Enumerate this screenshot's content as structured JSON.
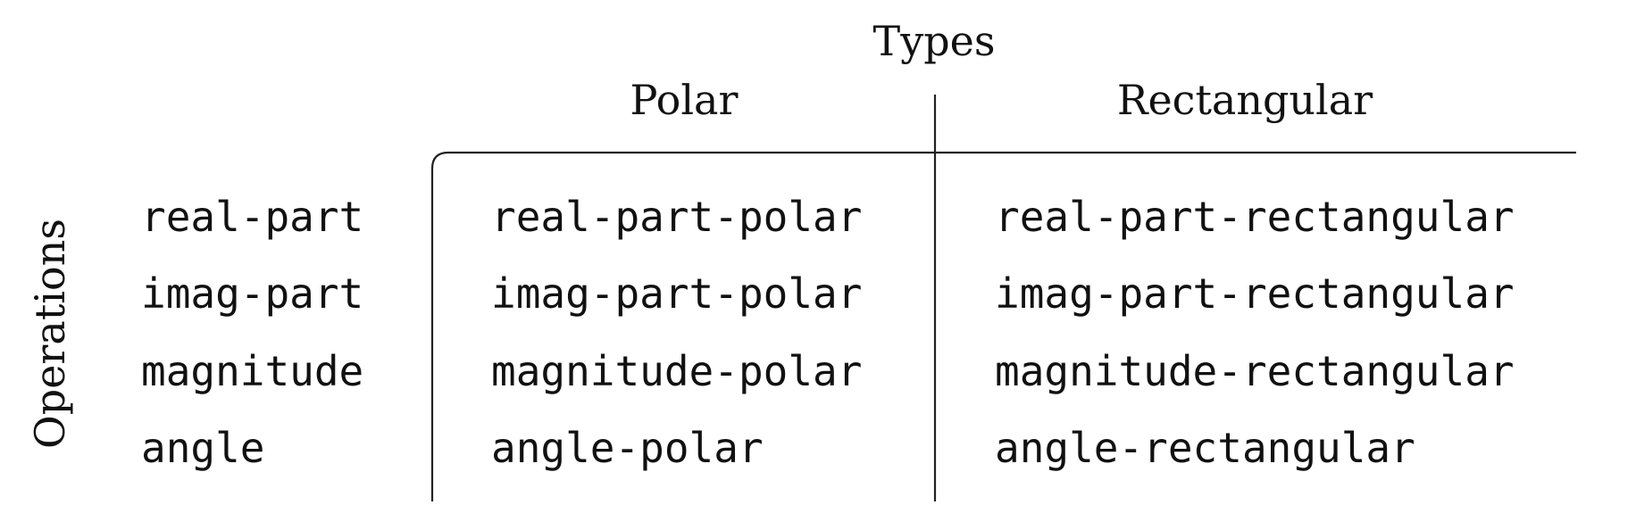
{
  "types_title": "Types",
  "operations_title": "Operations",
  "column_headers": [
    "Polar",
    "Rectangular"
  ],
  "rows": [
    {
      "operation": "real-part",
      "polar": "real-part-polar",
      "rectangular": "real-part-rectangular"
    },
    {
      "operation": "imag-part",
      "polar": "imag-part-polar",
      "rectangular": "imag-part-rectangular"
    },
    {
      "operation": "magnitude",
      "polar": "magnitude-polar",
      "rectangular": "magnitude-rectangular"
    },
    {
      "operation": "angle",
      "polar": "angle-polar",
      "rectangular": "angle-rectangular"
    }
  ]
}
